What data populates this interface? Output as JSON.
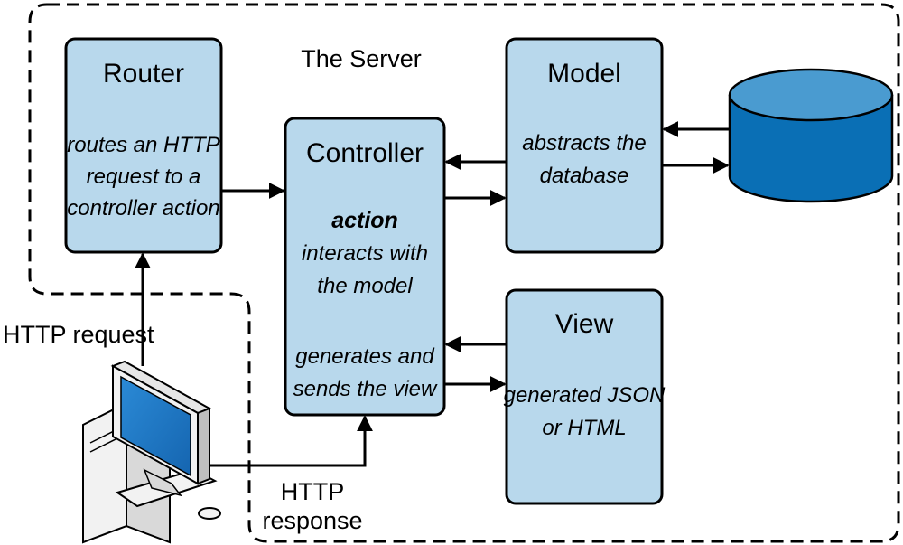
{
  "server": {
    "label": "The Server"
  },
  "router": {
    "title": "Router",
    "lines": [
      "routes an HTTP",
      "request to a",
      "controller action"
    ]
  },
  "controller": {
    "title": "Controller",
    "action_label": "action",
    "action_lines": [
      "interacts with",
      "the model"
    ],
    "view_lines": [
      "generates and",
      "sends the view"
    ]
  },
  "model": {
    "title": "Model",
    "lines": [
      "abstracts the",
      "database"
    ]
  },
  "view": {
    "title": "View",
    "lines": [
      "generated JSON",
      "or HTML"
    ]
  },
  "labels": {
    "http_request": "HTTP request",
    "http_response_1": "HTTP",
    "http_response_2": "response"
  },
  "colors": {
    "box_fill": "#b8d8ec",
    "database_dark": "#0a6fb5",
    "database_top": "#4a9bd0",
    "monitor_screen": "#1f74c2"
  },
  "icons": [
    "database-icon",
    "computer-icon"
  ]
}
